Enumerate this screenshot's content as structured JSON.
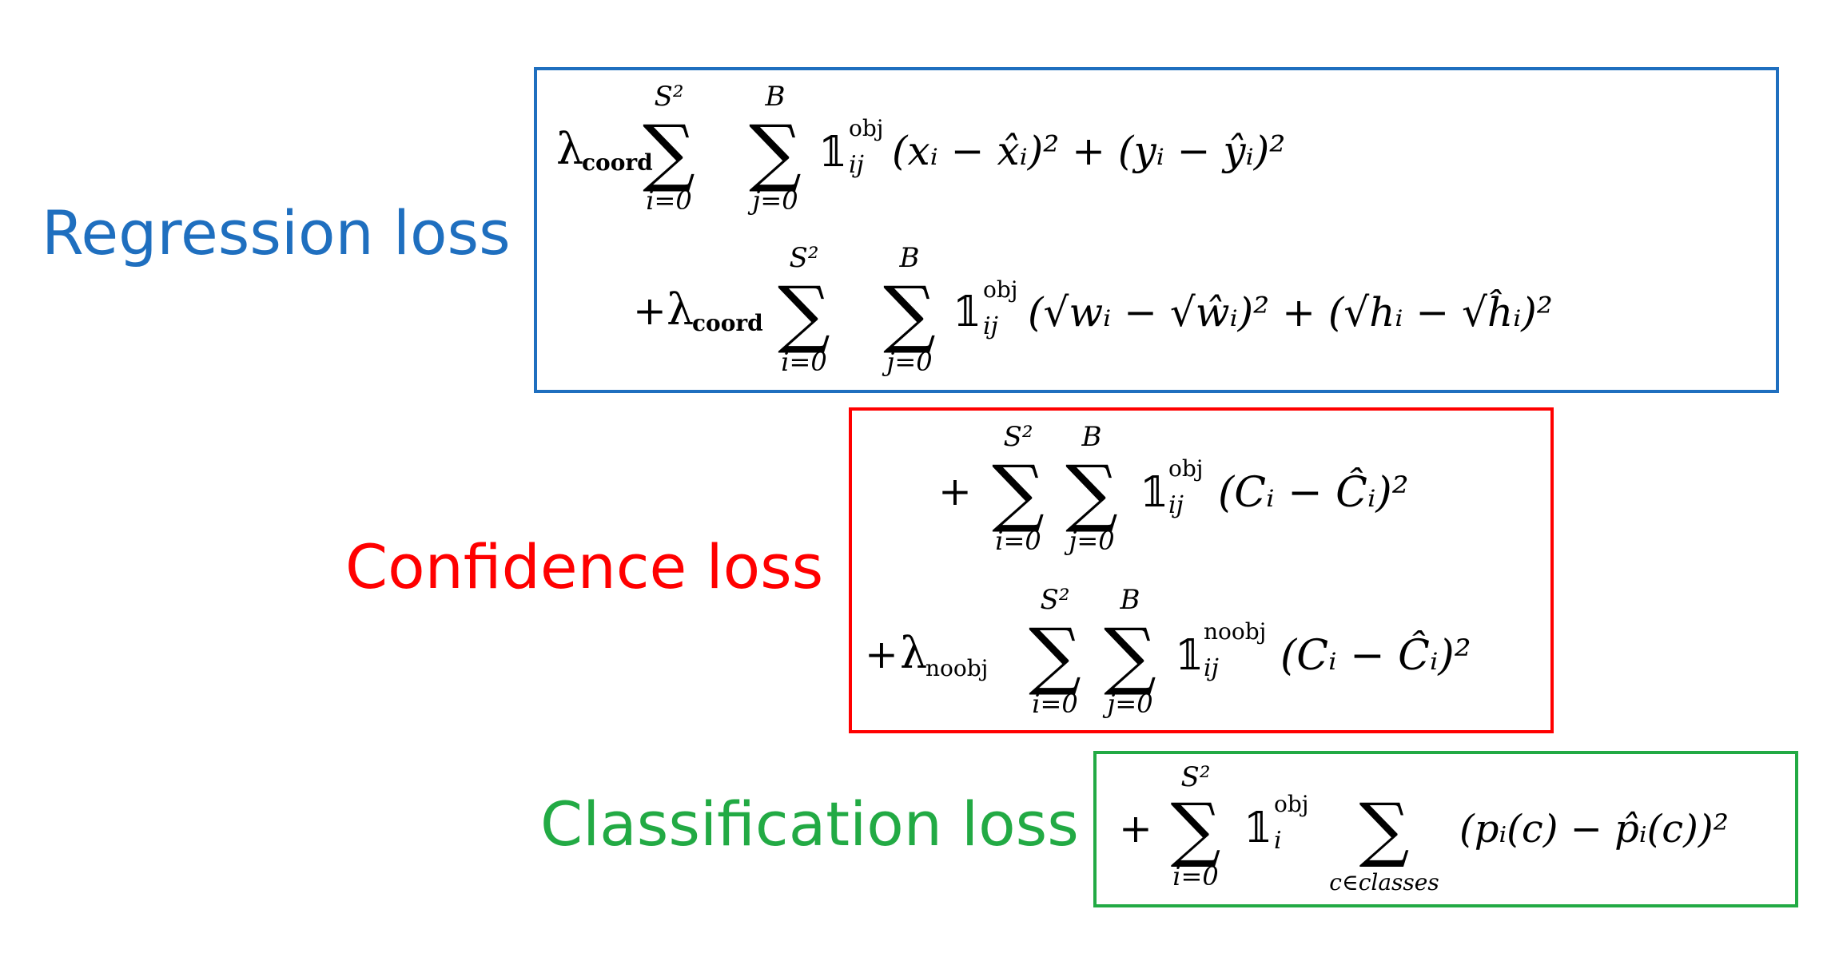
{
  "labels": {
    "regression": "Regression loss",
    "confidence": "Confidence loss",
    "classification": "Classification loss"
  },
  "colors": {
    "regression": "#1f6fbf",
    "confidence": "#ff0000",
    "classification": "#22aa44",
    "formula": "#000000"
  },
  "formula": {
    "lambda": "λ",
    "coord": "coord",
    "noobj_sub": "noobj",
    "sum": "∑",
    "S2": "S²",
    "B": "B",
    "i0": "i=0",
    "j0": "j=0",
    "indicator": "𝟙",
    "obj": "obj",
    "noobj": "noobj",
    "ij": "ij",
    "i": "i",
    "plus": "+",
    "c_classes": "c∈classes",
    "term_xy": "(xᵢ − x̂ᵢ)² + (yᵢ − ŷᵢ)²",
    "term_wh": "(√wᵢ − √ŵᵢ)² + (√hᵢ − √ĥᵢ)²",
    "term_C": "(Cᵢ − Ĉᵢ)²",
    "term_p": "(pᵢ(c) − p̂ᵢ(c))²"
  }
}
